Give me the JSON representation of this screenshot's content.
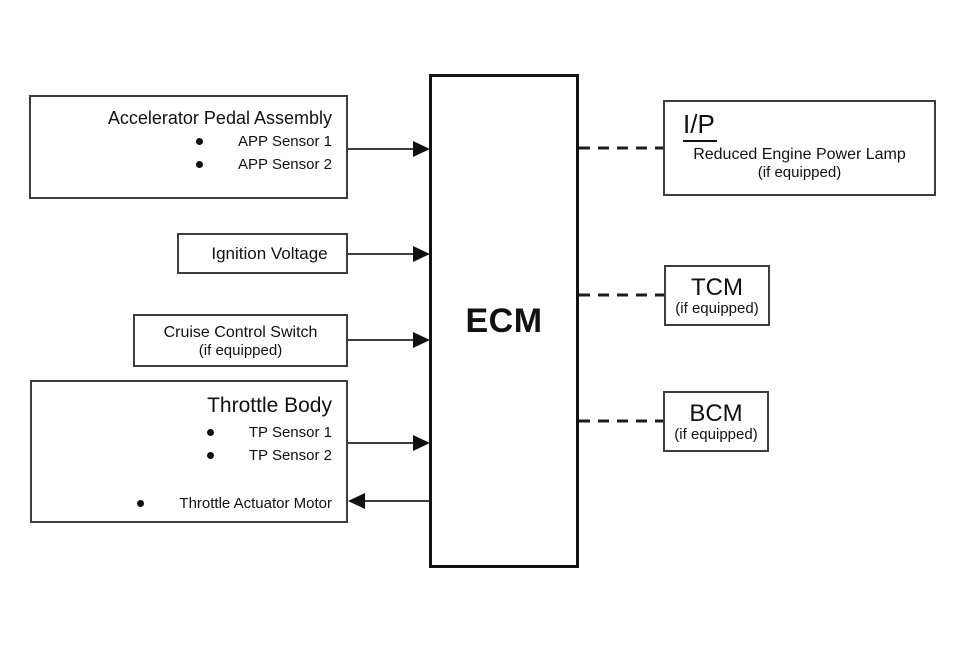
{
  "ecm": {
    "label": "ECM"
  },
  "inputs": {
    "accelerator": {
      "title": "Accelerator Pedal Assembly",
      "items": [
        "APP Sensor 1",
        "APP Sensor 2"
      ]
    },
    "ignition": {
      "title": "Ignition Voltage"
    },
    "cruise": {
      "title": "Cruise Control Switch",
      "subtitle": "(if equipped)"
    },
    "throttle": {
      "title": "Throttle Body",
      "items": [
        "TP Sensor 1",
        "TP Sensor 2"
      ],
      "motor": "Throttle Actuator Motor"
    }
  },
  "outputs": {
    "ip": {
      "title": "I/P",
      "line1": "Reduced Engine Power Lamp",
      "line2": "(if equipped)"
    },
    "tcm": {
      "title": "TCM",
      "subtitle": "(if equipped)"
    },
    "bcm": {
      "title": "BCM",
      "subtitle": "(if equipped)"
    }
  },
  "connections": [
    {
      "from": "accelerator-pedal-assembly",
      "to": "ecm",
      "style": "solid-arrow"
    },
    {
      "from": "ignition-voltage",
      "to": "ecm",
      "style": "solid-arrow"
    },
    {
      "from": "cruise-control-switch",
      "to": "ecm",
      "style": "solid-arrow"
    },
    {
      "from": "throttle-body-tp-sensors",
      "to": "ecm",
      "style": "solid-arrow"
    },
    {
      "from": "ecm",
      "to": "throttle-actuator-motor",
      "style": "solid-arrow"
    },
    {
      "from": "ecm",
      "to": "ip-reduced-engine-power-lamp",
      "style": "dashed"
    },
    {
      "from": "ecm",
      "to": "tcm",
      "style": "dashed"
    },
    {
      "from": "ecm",
      "to": "bcm",
      "style": "dashed"
    }
  ],
  "colors": {
    "line": "#3d3d3d",
    "arrowhead": "#111111",
    "background": "#ffffff"
  }
}
